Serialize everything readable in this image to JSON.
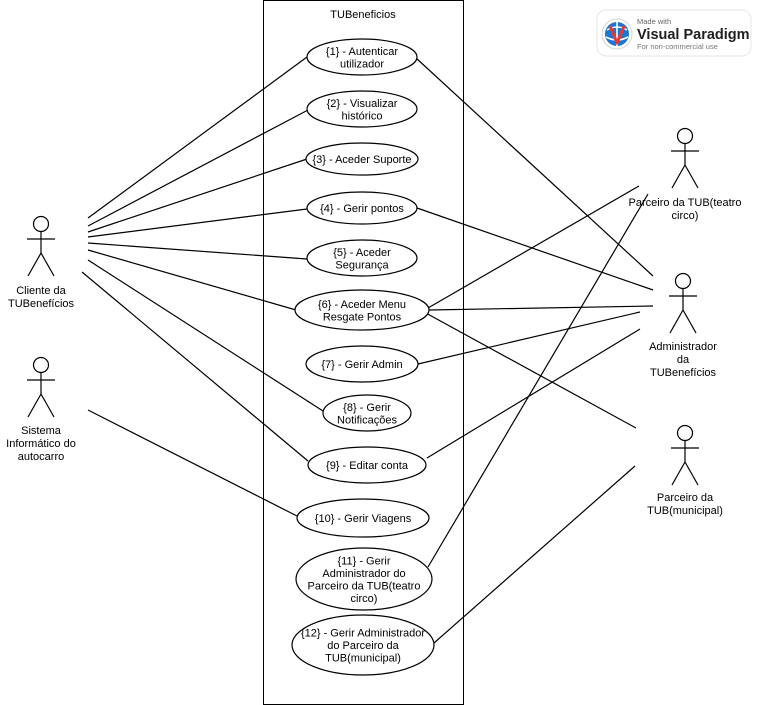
{
  "system": {
    "title": "TUBeneficios"
  },
  "actors": [
    {
      "id": "cliente",
      "label_lines": [
        "Cliente da",
        "TUBenefícios"
      ]
    },
    {
      "id": "sistema",
      "label_lines": [
        "Sistema",
        "Informático do",
        "autocarro"
      ]
    },
    {
      "id": "parceiro-teatro",
      "label_lines": [
        "Parceiro da TUB(teatro",
        "circo)"
      ]
    },
    {
      "id": "administrador",
      "label_lines": [
        "Administrador",
        "da",
        "TUBenefícios"
      ]
    },
    {
      "id": "parceiro-municipal",
      "label_lines": [
        "Parceiro da",
        "TUB(municipal)"
      ]
    }
  ],
  "use_cases": [
    {
      "id": "uc1",
      "lines": [
        "{1} - Autenticar",
        "utilizador"
      ]
    },
    {
      "id": "uc2",
      "lines": [
        "{2} - Visualizar",
        "histórico"
      ]
    },
    {
      "id": "uc3",
      "lines": [
        "{3} - Aceder Suporte"
      ]
    },
    {
      "id": "uc4",
      "lines": [
        "{4} -  Gerir pontos"
      ]
    },
    {
      "id": "uc5",
      "lines": [
        "{5} - Aceder",
        "Segurança"
      ]
    },
    {
      "id": "uc6",
      "lines": [
        "{6} - Aceder Menu",
        "Resgate Pontos"
      ]
    },
    {
      "id": "uc7",
      "lines": [
        "{7} - Gerir Admin"
      ]
    },
    {
      "id": "uc8",
      "lines": [
        "{8} - Gerir",
        "Notificações"
      ]
    },
    {
      "id": "uc9",
      "lines": [
        "{9} - Editar conta"
      ]
    },
    {
      "id": "uc10",
      "lines": [
        "{10} - Gerir Viagens"
      ]
    },
    {
      "id": "uc11",
      "lines": [
        "{11} - Gerir",
        "Administrador do",
        "Parceiro da TUB(teatro",
        "circo)"
      ]
    },
    {
      "id": "uc12",
      "lines": [
        "{12} - Gerir Administrador",
        "do Parceiro da",
        "TUB(municipal)"
      ]
    }
  ],
  "associations": [
    [
      "cliente",
      "uc1"
    ],
    [
      "cliente",
      "uc2"
    ],
    [
      "cliente",
      "uc3"
    ],
    [
      "cliente",
      "uc4"
    ],
    [
      "cliente",
      "uc5"
    ],
    [
      "cliente",
      "uc6"
    ],
    [
      "cliente",
      "uc8"
    ],
    [
      "cliente",
      "uc9"
    ],
    [
      "sistema",
      "uc10"
    ],
    [
      "administrador",
      "uc1"
    ],
    [
      "administrador",
      "uc4"
    ],
    [
      "administrador",
      "uc6"
    ],
    [
      "administrador",
      "uc7"
    ],
    [
      "administrador",
      "uc9"
    ],
    [
      "parceiro-teatro",
      "uc6"
    ],
    [
      "parceiro-teatro",
      "uc11"
    ],
    [
      "parceiro-municipal",
      "uc6"
    ],
    [
      "parceiro-municipal",
      "uc12"
    ]
  ],
  "watermark": {
    "made_with": "Made with",
    "brand": "Visual Paradigm",
    "subtitle": "For non-commercial use"
  }
}
